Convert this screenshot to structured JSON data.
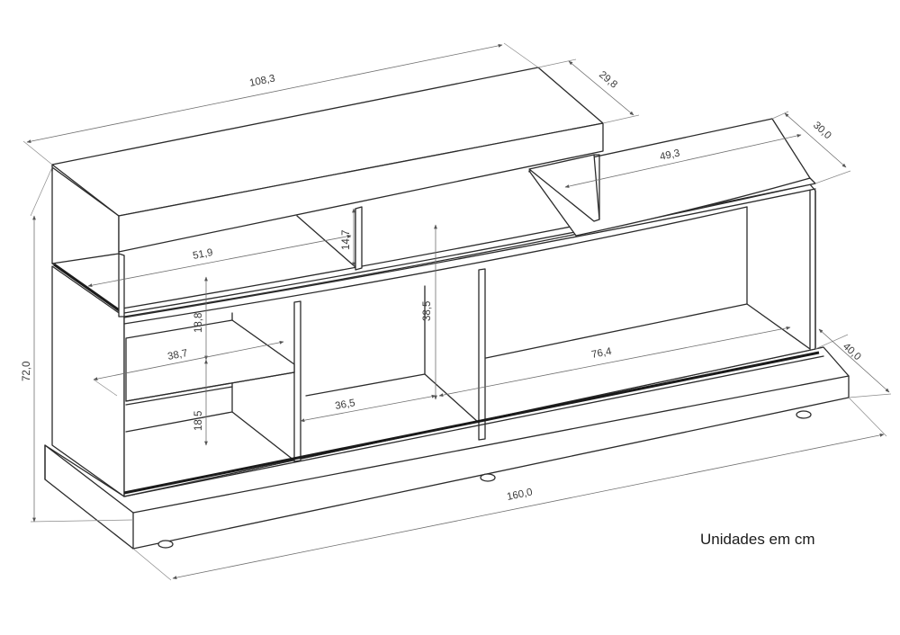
{
  "dimensions": {
    "top_shelf_width": "108,3",
    "top_shelf_depth": "29,8",
    "back_panel_width": "49,3",
    "rear_depth": "30,0",
    "top_gap_height": "14,7",
    "left_niche_width": "51,9",
    "center_height": "38,5",
    "upper_left_height": "18,8",
    "left_shelf_width": "38,7",
    "lower_left_height": "18,5",
    "center_niche_width": "36,5",
    "right_niche_width": "76,4",
    "total_height": "72,0",
    "base_depth": "40,0",
    "total_width": "160,0"
  },
  "units_caption": "Unidades em cm"
}
